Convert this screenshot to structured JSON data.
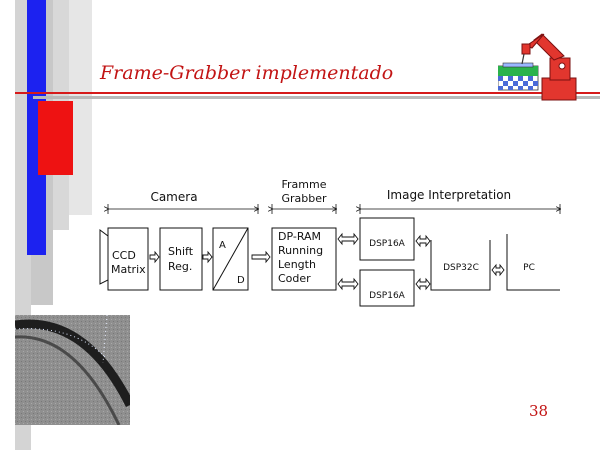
{
  "slide": {
    "title": "Frame-Grabber implementado",
    "page_number": "38"
  },
  "diagram": {
    "sections": {
      "camera": "Camera",
      "framme": "Framme",
      "grabber": "Grabber",
      "interpretation": "Image Interpretation"
    },
    "blocks": {
      "ccd_1": "CCD",
      "ccd_2": "Matrix",
      "shift_1": "Shift",
      "shift_2": "Reg.",
      "ad_a": "A",
      "ad_d": "D",
      "dpram_1": "DP-RAM",
      "dpram_2": "Running",
      "dpram_3": "Length",
      "dpram_4": "Coder",
      "dsp_top": "DSP16A",
      "dsp_bottom": "DSP16A",
      "dsp32c": "DSP32C",
      "pc": "PC"
    }
  },
  "colors": {
    "title": "#c21414",
    "accent_blue": "#1c22f0",
    "accent_red": "#ee1212"
  }
}
